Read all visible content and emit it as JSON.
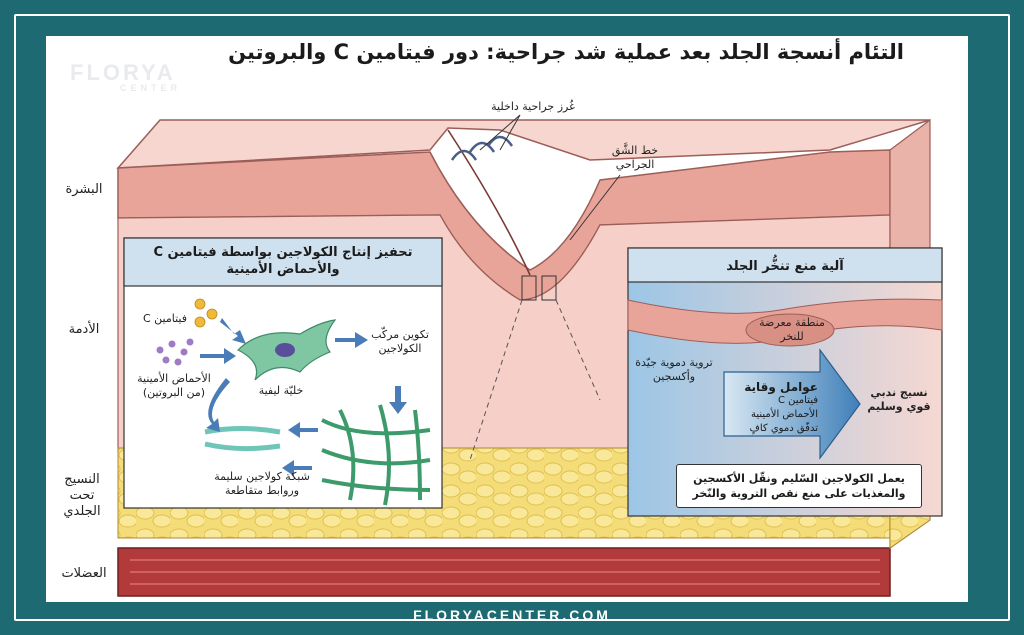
{
  "title": "التئام أنسجة الجلد بعد عملية شد جراحية: دور فيتامين C والبروتين",
  "logo": {
    "line1": "FLORYA",
    "line2": "CENTER"
  },
  "footer_url": "FLORYACENTER.COM",
  "layers": {
    "epidermis": "البشرة",
    "dermis": "الأدمة",
    "subcutaneous": "النسيج تحت الجلدي",
    "muscle": "العضلات"
  },
  "callouts": {
    "sutures": "غُرز جراحية داخلية",
    "incision": "خط الشَّق الجراحي"
  },
  "left_panel": {
    "title": "تحفيز إنتاج الكولاجين بواسطة فيتامين C والأحماض الأمينية",
    "vitamin_c": "فيتامين C",
    "amino_acids": "الأحماض الأمينية (من البروتين)",
    "fibroblast": "خليّة ليفية",
    "complex": "تكوين مركّب الكولاجين",
    "network": "شبكة كولاجين سليمة وروابط متقاطعة"
  },
  "right_panel": {
    "title": "آلية منع تنخُّر الجلد",
    "exposed_zone": "منطقة معرضة للنخر",
    "blood_supply": "تروية دموية جيّدة وأكسجين",
    "factors_title": "عوامل وقاية",
    "factors": [
      "فيتامين C",
      "الأحماض الأمينية",
      "تدفّق دموي كافٍ"
    ],
    "result": "نسيج ندبي قوي وسليم",
    "summary": "يعمل الكولاجين السّليم ونقّل الأكسجين والمغذيات على منع نقص التروية والنّخر"
  },
  "colors": {
    "background": "#1d6a72",
    "panel_header": "#cfe0ee",
    "skin_pink": "#f2c4bf",
    "fat_yellow": "#f4dc78",
    "muscle_red": "#b23a3a",
    "fibroblast_green": "#7fc6a2"
  }
}
